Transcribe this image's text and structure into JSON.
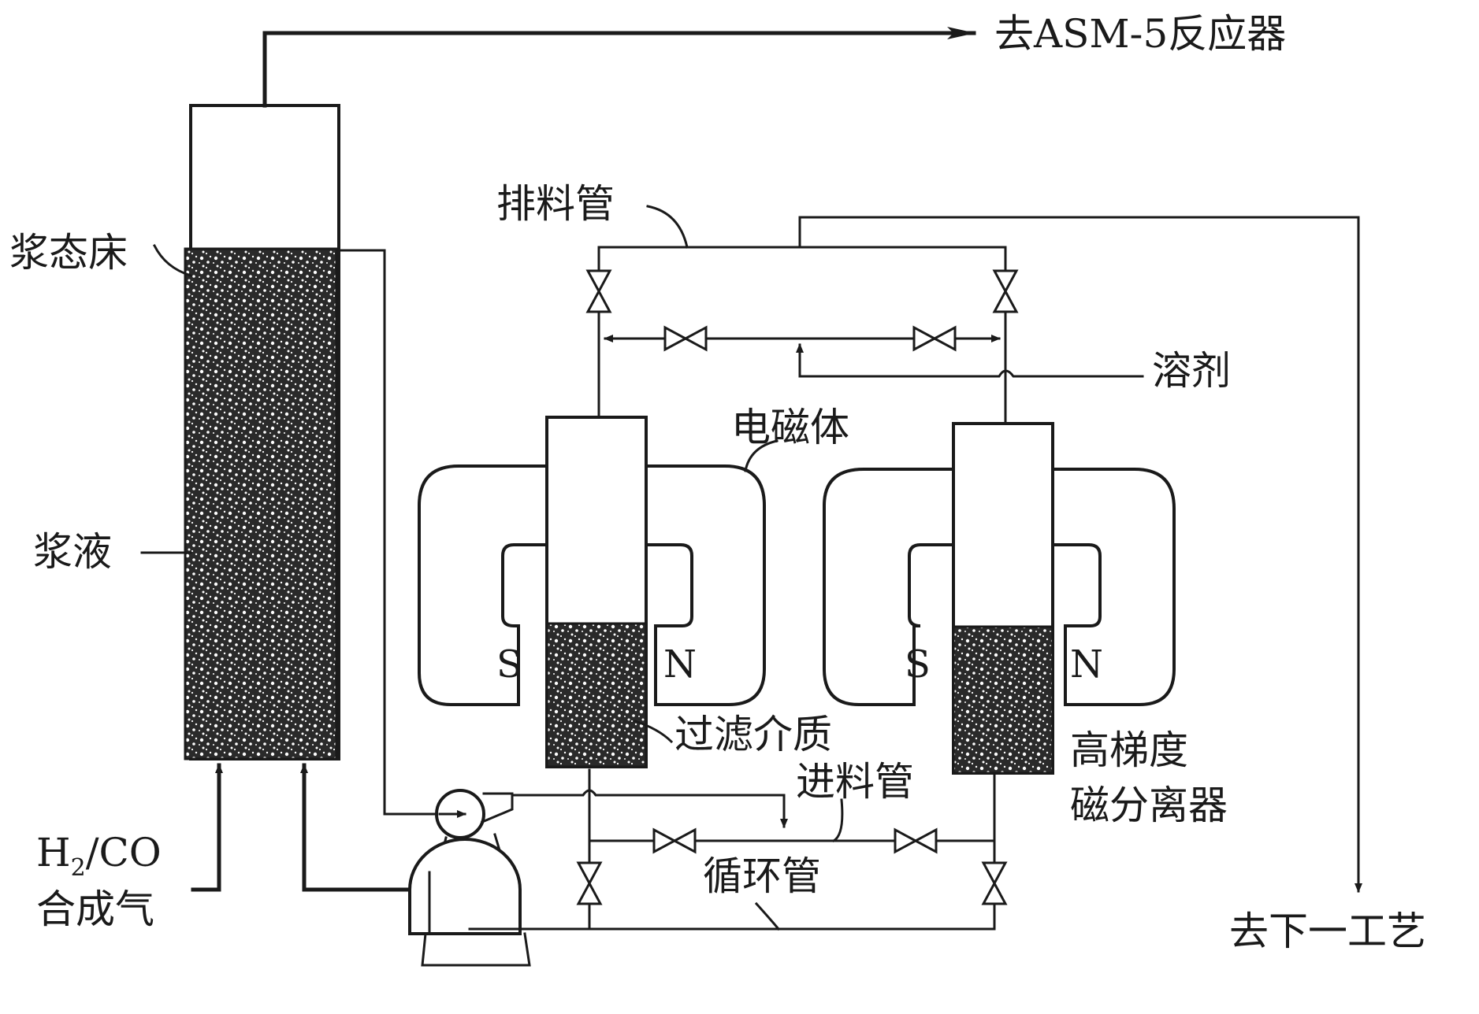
{
  "labels": {
    "to_reactor": "去ASM-5反应器",
    "slurry_bed": "浆态床",
    "slurry": "浆液",
    "feed_gas_line1_a": "H",
    "feed_gas_line1_sub": "2",
    "feed_gas_line1_b": "/CO",
    "feed_gas_line2": "合成气",
    "discharge_pipe": "排料管",
    "solvent": "溶剂",
    "electromagnet": "电磁体",
    "filter_media": "过滤介质",
    "feed_pipe": "进料管",
    "separator_line1": "高梯度",
    "separator_line2": "磁分离器",
    "circulation_pipe": "循环管",
    "to_next_process": "去下一工艺"
  },
  "poles": {
    "south": "S",
    "north": "N"
  },
  "colors": {
    "ink": "#1a1a1a",
    "background": "#ffffff"
  }
}
